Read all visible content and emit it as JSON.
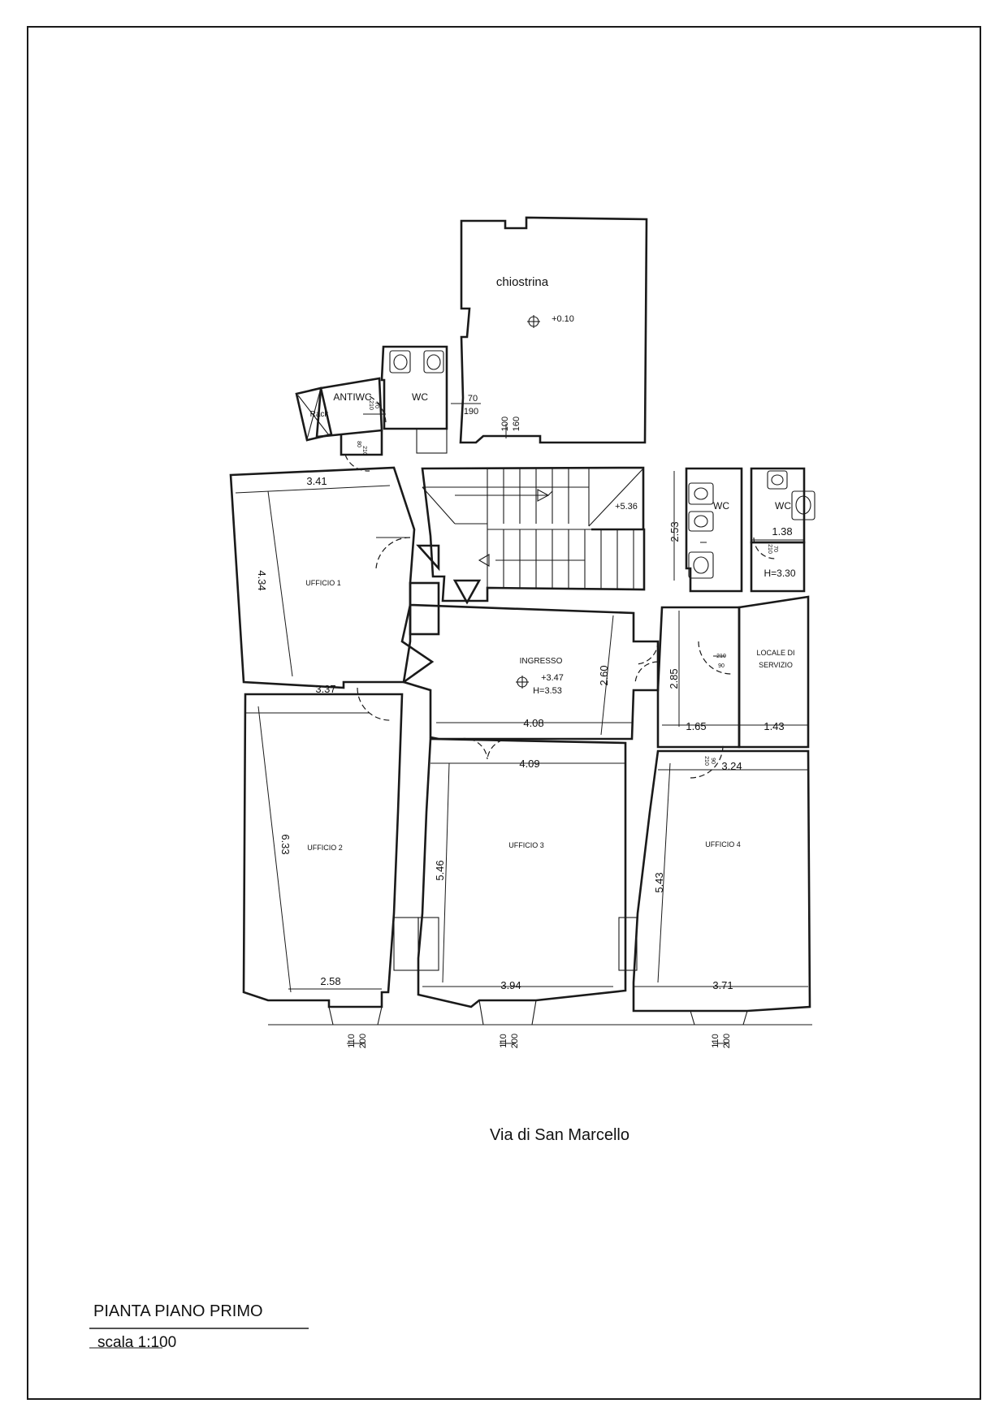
{
  "drawing": {
    "street": "Via di San Marcello",
    "title": "PIANTA PIANO PRIMO",
    "scale": "scala 1:100"
  },
  "rooms": {
    "chiostrina": {
      "name": "chiostrina",
      "level": "+0.10"
    },
    "wc_top": {
      "name": "WC"
    },
    "antiwc": {
      "name": "ANTIWC"
    },
    "rack": {
      "name": "Rack"
    },
    "stair": {
      "level": "+5.36"
    },
    "ufficio1": {
      "name": "UFFICIO 1"
    },
    "ingresso": {
      "name": "INGRESSO",
      "level": "+3.47",
      "height": "H=3.53"
    },
    "wc_right_a": {
      "name": "WC"
    },
    "wc_right_b": {
      "name": "WC"
    },
    "wc_right_height": "H=3.30",
    "locale": {
      "line1": "LOCALE DI",
      "line2": "SERVIZIO"
    },
    "ufficio2": {
      "name": "UFFICIO 2"
    },
    "ufficio3": {
      "name": "UFFICIO 3"
    },
    "ufficio4": {
      "name": "UFFICIO 4"
    }
  },
  "dimensions": {
    "u1_width": "3.41",
    "u1_depth": "4.34",
    "u2_top": "3.37",
    "u2_depth": "6.33",
    "u2_bottom": "2.58",
    "ingresso_width": "4.08",
    "ingresso_depth": "2.60",
    "u3_top": "4.09",
    "u3_depth": "5.46",
    "u3_bottom": "3.94",
    "u4_top": "3.24",
    "u4_depth": "5.43",
    "u4_bottom": "3.71",
    "wc_depth": "2.53",
    "wc_width": "1.38",
    "corr_depth": "2.85",
    "corr_width": "1.65",
    "locale_width": "1.43"
  },
  "openings": {
    "chiostrina_window_w": "100",
    "chiostrina_window_h": "160",
    "wc_window_w": "70",
    "wc_window_h": "190",
    "antiwc_door_h": "210",
    "antiwc_door_w": "70",
    "antiwc_door2": "80",
    "antiwc_door2_h": "210",
    "wc_door_h": "210",
    "wc_door_w": "70",
    "locale_door_h": "210",
    "locale_door_w": "90",
    "u4_door_h": "210",
    "u4_door_w": "90",
    "win1_w": "110",
    "win1_h": "200",
    "win2_w": "110",
    "win2_h": "200",
    "win3_w": "110",
    "win3_h": "200"
  }
}
